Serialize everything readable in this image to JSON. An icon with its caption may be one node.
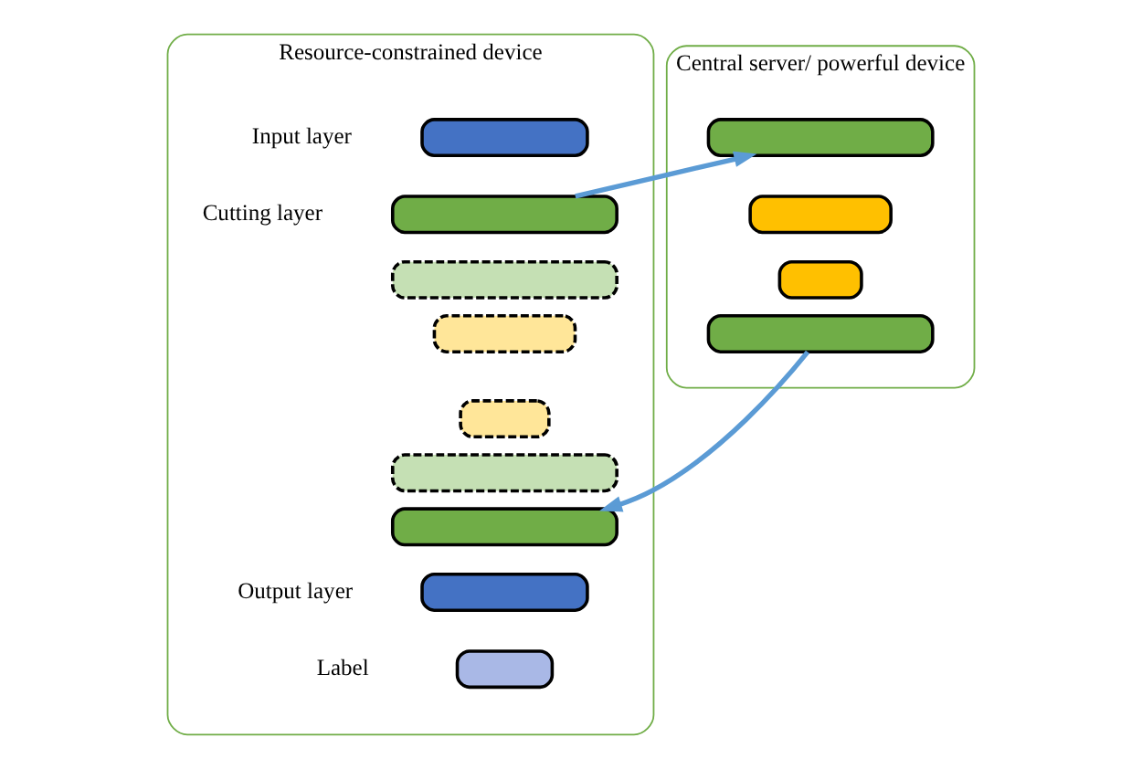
{
  "diagram": {
    "nodes": [
      {
        "text": [
          "Resource-constrained device"
        ]
      },
      {
        "text": [],
        "shape": "bar",
        "in": 0,
        "beside": [
          "Input layer"
        ]
      },
      {
        "text": [],
        "shape": "bar",
        "in": 0,
        "beside": [
          "Cutting layer"
        ]
      },
      {
        "text": [],
        "shape": "bar",
        "in": 0
      },
      {
        "text": [],
        "shape": "bar",
        "in": 0
      },
      {
        "text": [],
        "shape": "bar",
        "in": 0
      },
      {
        "text": [],
        "shape": "bar",
        "in": 0
      },
      {
        "text": [],
        "shape": "bar",
        "in": 0
      },
      {
        "text": [],
        "shape": "bar",
        "in": 0,
        "beside": [
          "Output layer"
        ]
      },
      {
        "text": [],
        "shape": "bar",
        "in": 0,
        "beside": [
          "Label"
        ]
      },
      {
        "text": [
          "Central server/ powerful device"
        ]
      },
      {
        "text": [],
        "shape": "bar",
        "in": 10
      },
      {
        "text": [],
        "shape": "bar",
        "in": 10
      },
      {
        "text": [],
        "shape": "bar",
        "in": 10
      },
      {
        "text": [],
        "shape": "bar",
        "in": 10
      }
    ],
    "edges": [
      {
        "from": 2,
        "to": 11,
        "arrow": "to"
      },
      {
        "from": 14,
        "to": 7,
        "arrow": "to"
      }
    ]
  }
}
